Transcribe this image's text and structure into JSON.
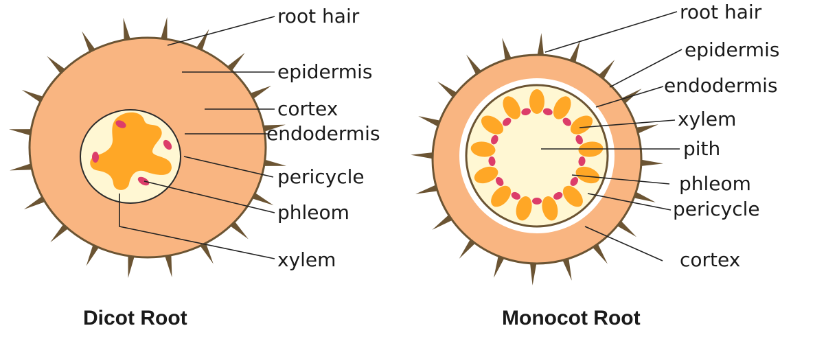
{
  "dicot": {
    "caption": "Dicot Root",
    "labels": {
      "root_hair": "root hair",
      "epidermis": "epidermis",
      "cortex": "cortex",
      "endodermis": "endodermis",
      "pericycle": "pericycle",
      "phleom": "phleom",
      "xylem": "xylem"
    }
  },
  "monocot": {
    "caption": "Monocot Root",
    "labels": {
      "root_hair": "root hair",
      "epidermis": "epidermis",
      "endodermis": "endodermis",
      "xylem": "xylem",
      "pith": "pith",
      "phleom": "phleom",
      "pericycle": "pericycle",
      "cortex": "cortex"
    }
  },
  "colors": {
    "cortex": "#f9b581",
    "root_hair": "#6b5433",
    "stele": "#fff7d3",
    "xylem": "#ffa726",
    "phloem": "#dc3d6a",
    "endodermis_band": "#ffffff"
  }
}
